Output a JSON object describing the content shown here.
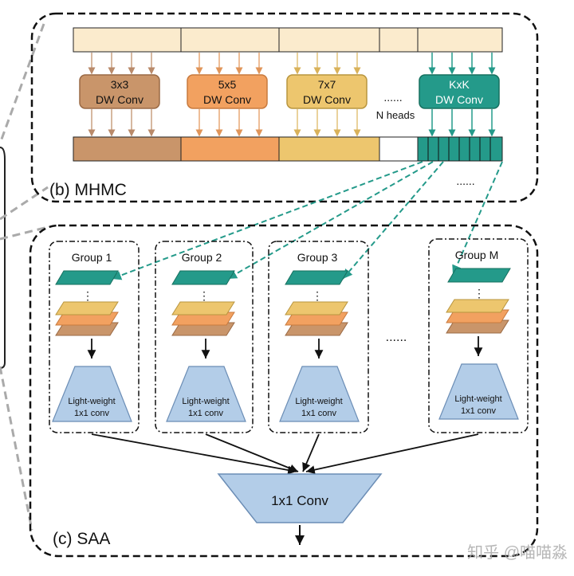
{
  "mhmc": {
    "label": "(b) MHMC",
    "convs": [
      {
        "line1": "3x3",
        "line2": "DW Conv",
        "fill": "#c9956a",
        "stroke": "#9a6a45"
      },
      {
        "line1": "5x5",
        "line2": "DW Conv",
        "fill": "#f2a160",
        "stroke": "#c87a3e"
      },
      {
        "line1": "7x7",
        "line2": "DW Conv",
        "fill": "#edc66e",
        "stroke": "#b8953e"
      },
      {
        "line1": "KxK",
        "line2": "DW Conv",
        "fill": "#249a8a",
        "stroke": "#16705f"
      }
    ],
    "heads_dots": "......",
    "heads_label": "N heads",
    "bottom_dots": "......"
  },
  "saa": {
    "label": "(c) SAA",
    "groups": [
      {
        "label": "Group 1"
      },
      {
        "label": "Group 2"
      },
      {
        "label": "Group 3"
      },
      {
        "label": "Group M"
      }
    ],
    "stack_dots": "⋮",
    "lw_line1": "Light-weight",
    "lw_line2": "1x1 conv",
    "groups_dots": "......",
    "final_label": "1x1 Conv"
  },
  "watermark": "知乎 @喵喵淼",
  "colors": {
    "input_bar": "#fbebcd",
    "brown": "#c9956a",
    "orange": "#f2a160",
    "yellow": "#edc66e",
    "teal": "#249a8a",
    "light_blue": "#b3cde8",
    "dash_border": "#111111",
    "gray_connector": "#aaaaaa"
  }
}
